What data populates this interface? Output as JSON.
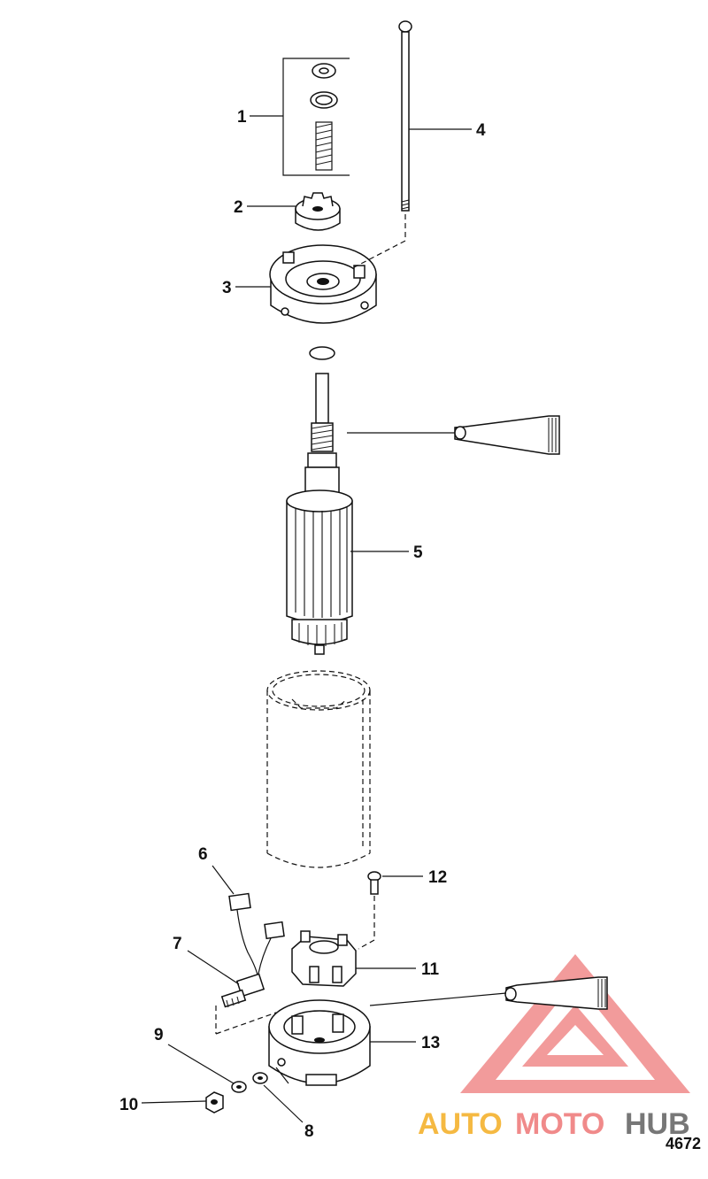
{
  "diagram": {
    "reference_number": "4672",
    "callouts": [
      "1",
      "2",
      "3",
      "4",
      "5",
      "6",
      "7",
      "8",
      "9",
      "10",
      "11",
      "12",
      "13"
    ]
  },
  "watermark": {
    "text_auto": "AUTO",
    "text_moto": "MOTO",
    "text_hub": "HUB",
    "colors": {
      "accent": "#f08a8a",
      "orange": "#f5b942",
      "gray": "#777777"
    }
  }
}
